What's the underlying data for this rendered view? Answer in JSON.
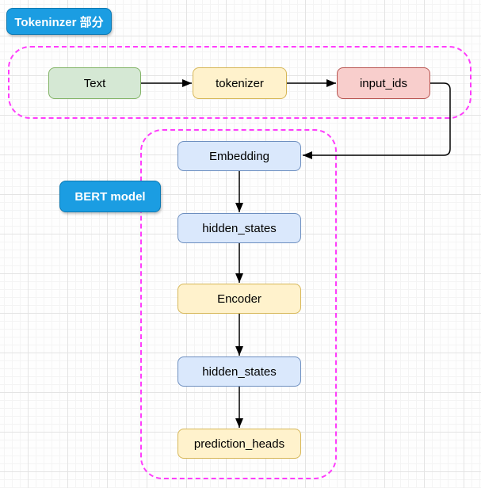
{
  "labels": {
    "tokenizer_section": "Tokeninzer 部分",
    "bert_section": "BERT model"
  },
  "nodes": {
    "text": {
      "label": "Text",
      "fill": "#d5e8d4",
      "stroke": "#82b366"
    },
    "tokenizer": {
      "label": "tokenizer",
      "fill": "#fff2cc",
      "stroke": "#d6b656"
    },
    "input_ids": {
      "label": "input_ids",
      "fill": "#f8cecc",
      "stroke": "#b85450"
    },
    "embedding": {
      "label": "Embedding",
      "fill": "#dae8fc",
      "stroke": "#6c8ebf"
    },
    "hidden_states_1": {
      "label": "hidden_states",
      "fill": "#dae8fc",
      "stroke": "#6c8ebf"
    },
    "encoder": {
      "label": "Encoder",
      "fill": "#fff2cc",
      "stroke": "#d6b656"
    },
    "hidden_states_2": {
      "label": "hidden_states",
      "fill": "#dae8fc",
      "stroke": "#6c8ebf"
    },
    "prediction_heads": {
      "label": "prediction_heads",
      "fill": "#fff2cc",
      "stroke": "#d6b656"
    }
  },
  "edges": [
    {
      "from": "text",
      "to": "tokenizer"
    },
    {
      "from": "tokenizer",
      "to": "input_ids"
    },
    {
      "from": "input_ids",
      "to": "embedding"
    },
    {
      "from": "embedding",
      "to": "hidden_states_1"
    },
    {
      "from": "hidden_states_1",
      "to": "encoder"
    },
    {
      "from": "encoder",
      "to": "hidden_states_2"
    },
    {
      "from": "hidden_states_2",
      "to": "prediction_heads"
    }
  ],
  "colors": {
    "section_border": "#ff3dfc",
    "section_label_fill": "#1b9de2",
    "section_label_border": "#0e79b2",
    "edge_stroke": "#000000",
    "grid_minor": "#f4f4f4",
    "grid_major": "#e4e4e4"
  }
}
